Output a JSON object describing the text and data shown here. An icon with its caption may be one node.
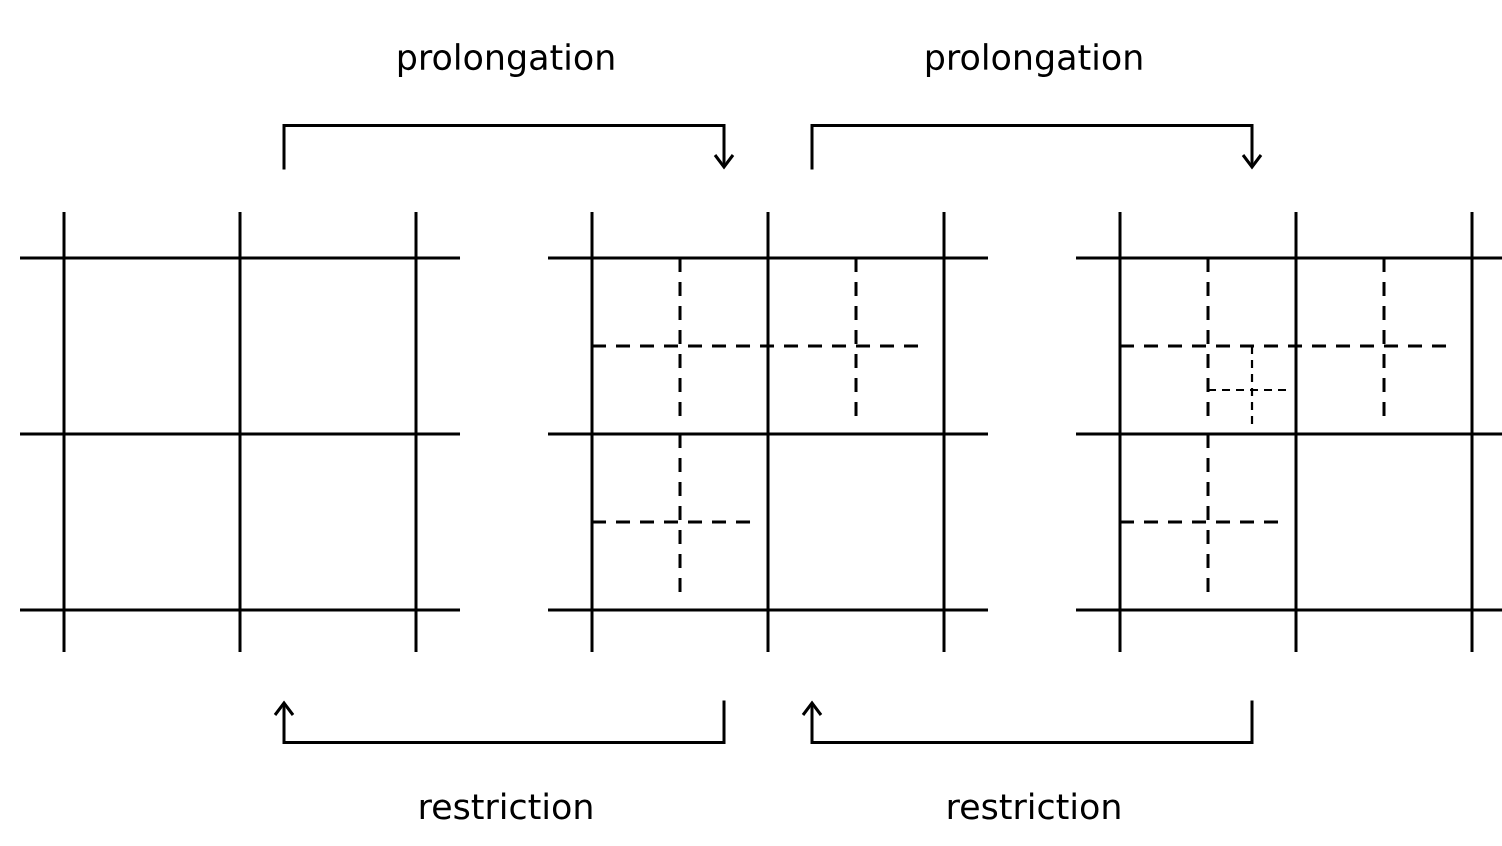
{
  "diagram": {
    "nodes": [
      {
        "text": [],
        "shape": "picture"
      },
      {
        "text": [],
        "shape": "picture"
      },
      {
        "text": [],
        "shape": "picture"
      }
    ],
    "edges": [
      {
        "from": 0,
        "to": 1,
        "arrow": "to",
        "label": "prolongation"
      },
      {
        "from": 1,
        "to": 2,
        "arrow": "to",
        "label": "prolongation"
      },
      {
        "from": 1,
        "to": 0,
        "arrow": "to",
        "label": "restriction"
      },
      {
        "from": 2,
        "to": 1,
        "arrow": "to",
        "label": "restriction"
      }
    ]
  }
}
